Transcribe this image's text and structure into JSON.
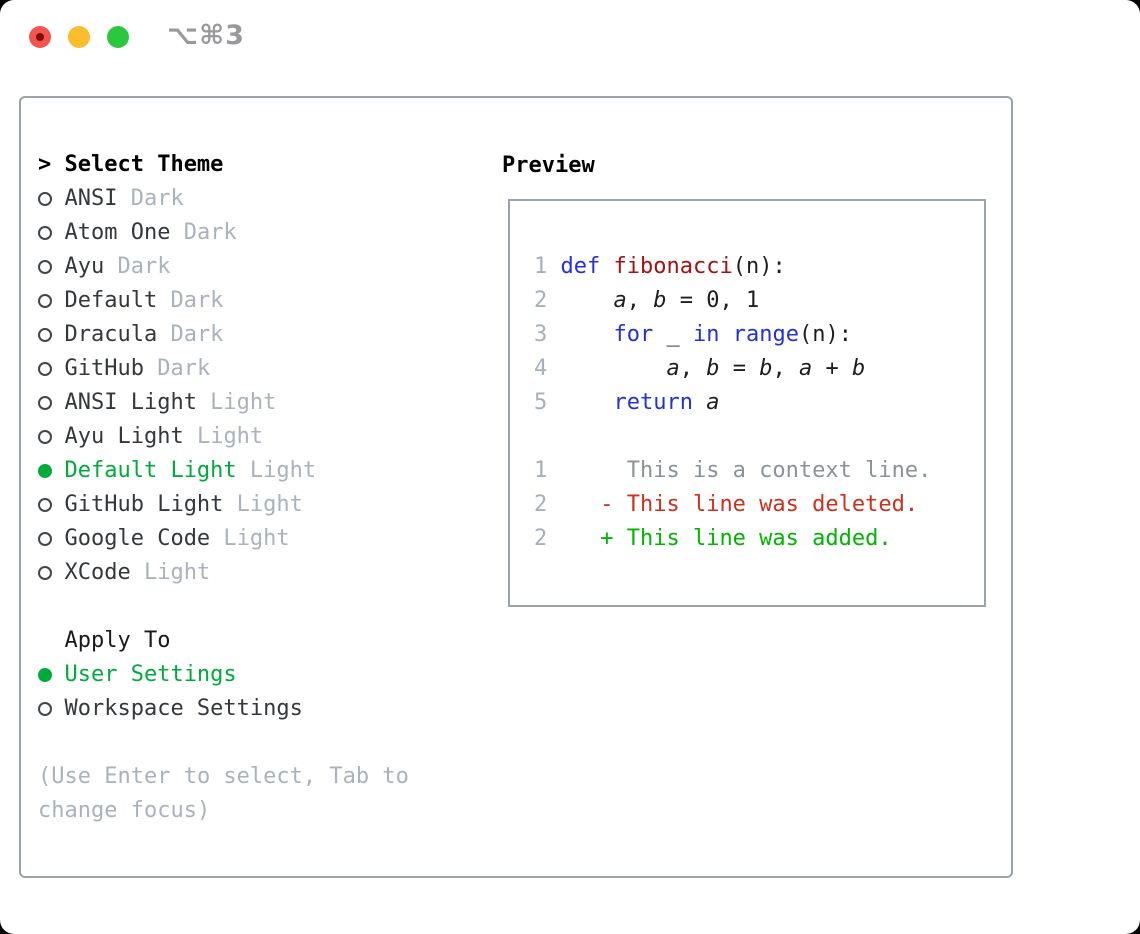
{
  "window": {
    "title": "⌥⌘3",
    "traffic_lights": [
      {
        "name": "close",
        "color": "#f4544d",
        "inner_dot_color": "#7c0f0a"
      },
      {
        "name": "minimize",
        "color": "#fbbd2e"
      },
      {
        "name": "zoom",
        "color": "#2bc83f"
      }
    ]
  },
  "picker": {
    "prompt": ">",
    "title": "Select Theme",
    "items": [
      {
        "name": "ANSI",
        "variant": "Dark",
        "selected": false
      },
      {
        "name": "Atom One",
        "variant": "Dark",
        "selected": false
      },
      {
        "name": "Ayu",
        "variant": "Dark",
        "selected": false
      },
      {
        "name": "Default",
        "variant": "Dark",
        "selected": false
      },
      {
        "name": "Dracula",
        "variant": "Dark",
        "selected": false
      },
      {
        "name": "GitHub",
        "variant": "Dark",
        "selected": false
      },
      {
        "name": "ANSI Light",
        "variant": "Light",
        "selected": false
      },
      {
        "name": "Ayu Light",
        "variant": "Light",
        "selected": false
      },
      {
        "name": "Default Light",
        "variant": "Light",
        "selected": true
      },
      {
        "name": "GitHub Light",
        "variant": "Light",
        "selected": false
      },
      {
        "name": "Google Code",
        "variant": "Light",
        "selected": false
      },
      {
        "name": "XCode",
        "variant": "Light",
        "selected": false
      }
    ],
    "apply_to": {
      "label": "Apply To",
      "options": [
        {
          "label": "User Settings",
          "selected": true
        },
        {
          "label": "Workspace Settings",
          "selected": false
        }
      ]
    },
    "hint": "(Use Enter to select, Tab to\nchange focus)"
  },
  "preview": {
    "title": "Preview",
    "lines": [
      {
        "num": "1",
        "name": "code-line",
        "tokens": [
          [
            "kw",
            "def"
          ],
          [
            "pl",
            " "
          ],
          [
            "fn",
            "fibonacci"
          ],
          [
            "pl",
            "(n):"
          ]
        ]
      },
      {
        "num": "2",
        "name": "code-line",
        "tokens": [
          [
            "pl",
            "    "
          ],
          [
            "var",
            "a"
          ],
          [
            "pl",
            ", "
          ],
          [
            "var",
            "b"
          ],
          [
            "pl",
            " = 0, 1"
          ]
        ]
      },
      {
        "num": "3",
        "name": "code-line",
        "tokens": [
          [
            "pl",
            "    "
          ],
          [
            "kw",
            "for"
          ],
          [
            "pl",
            " _ "
          ],
          [
            "kw",
            "in"
          ],
          [
            "pl",
            " "
          ],
          [
            "kw",
            "range"
          ],
          [
            "pl",
            "(n):"
          ]
        ]
      },
      {
        "num": "4",
        "name": "code-line",
        "tokens": [
          [
            "pl",
            "        "
          ],
          [
            "var",
            "a"
          ],
          [
            "pl",
            ", "
          ],
          [
            "var",
            "b"
          ],
          [
            "pl",
            " = "
          ],
          [
            "var",
            "b"
          ],
          [
            "pl",
            ", "
          ],
          [
            "var",
            "a"
          ],
          [
            "pl",
            " + "
          ],
          [
            "var",
            "b"
          ]
        ]
      },
      {
        "num": "5",
        "name": "code-line",
        "tokens": [
          [
            "pl",
            "    "
          ],
          [
            "kw",
            "return"
          ],
          [
            "pl",
            " "
          ],
          [
            "var",
            "a"
          ]
        ]
      },
      {
        "num": "",
        "name": "blank-line",
        "tokens": []
      },
      {
        "num": "1",
        "name": "diff-context-line",
        "tokens": [
          [
            "ctx",
            "     This is a context line."
          ]
        ]
      },
      {
        "num": "2",
        "name": "diff-deleted-line",
        "tokens": [
          [
            "del",
            "   - This line was deleted."
          ]
        ]
      },
      {
        "num": "2",
        "name": "diff-added-line",
        "tokens": [
          [
            "add",
            "   + This line was added."
          ]
        ]
      }
    ]
  },
  "colors": {
    "accent_green": "#00ab3d",
    "added_green": "#00b400",
    "deleted_red": "#cb311d",
    "keyword_blue": "#2230e0",
    "function_red": "#a61111",
    "muted_gray": "#a9b2bd",
    "line_number_gray": "#a6afbd",
    "border_gray": "#9aa2ac"
  }
}
